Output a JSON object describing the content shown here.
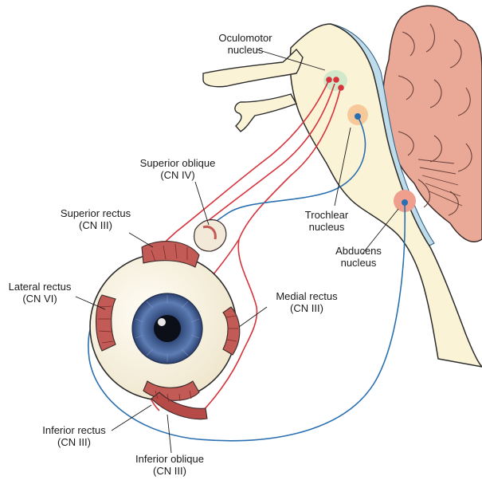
{
  "labels": {
    "oculomotor_nucleus": [
      "Oculomotor",
      "nucleus"
    ],
    "superior_oblique": [
      "Superior oblique",
      "(CN IV)"
    ],
    "superior_rectus": [
      "Superior rectus",
      "(CN III)"
    ],
    "trochlear_nucleus": [
      "Trochlear",
      "nucleus"
    ],
    "abducens_nucleus": [
      "Abducens",
      "nucleus"
    ],
    "lateral_rectus": [
      "Lateral rectus",
      "(CN VI)"
    ],
    "medial_rectus": [
      "Medial rectus",
      "(CN III)"
    ],
    "inferior_rectus": [
      "Inferior rectus",
      "(CN III)"
    ],
    "inferior_oblique": [
      "Inferior oblique",
      "(CN III)"
    ]
  },
  "colors": {
    "brainstem": "#fbf3d6",
    "cerebellum": "#e9a996",
    "ventricle": "#bfdceb",
    "oculomotor_nerve": "#d6333c",
    "abducens_trochlear_nerve": "#2a6fb0",
    "muscle": "#c25a55",
    "iris": "#3d5a8c",
    "eyeball": "#fdf9ee"
  }
}
